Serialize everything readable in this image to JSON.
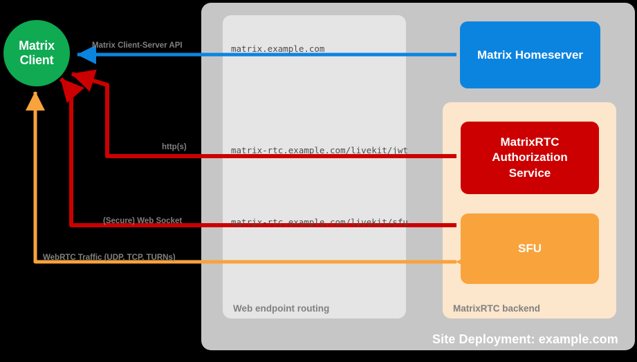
{
  "diagram": {
    "title": "Site Deployment: example.com",
    "colors": {
      "background": "#000000",
      "site_panel": "#c6c6c6",
      "web_panel": "#e5e5e5",
      "rtc_panel": "#fce6cc",
      "client": "#0faa52",
      "homeserver": "#0b84e0",
      "auth_service": "#cc0000",
      "sfu": "#f9a33c",
      "flow_blue": "#0b84e0",
      "flow_red": "#cc0000",
      "flow_orange": "#f9a33c"
    }
  },
  "nodes": {
    "client": {
      "line1": "Matrix",
      "line2": "Client"
    },
    "homeserver": {
      "label": "Matrix Homeserver"
    },
    "auth_service": {
      "line1": "MatrixRTC",
      "line2": "Authorization",
      "line3": "Service"
    },
    "sfu": {
      "label": "SFU"
    }
  },
  "groups": {
    "web_routing": {
      "label": "Web endpoint routing"
    },
    "rtc_backend": {
      "label": "MatrixRTC backend"
    },
    "site": {
      "label": "Site Deployment: example.com"
    }
  },
  "flows": [
    {
      "id": "client-server-api",
      "protocol_label": "Matrix Client-Server API",
      "endpoint": "matrix.example.com",
      "color": "#0b84e0",
      "from": "Matrix Homeserver",
      "to": "Matrix Client"
    },
    {
      "id": "jwt",
      "protocol_label": "http(s)",
      "endpoint": "matrix-rtc.example.com/livekit/jwt",
      "color": "#cc0000",
      "from": "MatrixRTC Authorization Service",
      "to": "Matrix Client"
    },
    {
      "id": "sfu-ws",
      "protocol_label": "(Secure) Web Socket",
      "endpoint": "matrix-rtc.example.com/livekit/sfu",
      "color": "#cc0000",
      "from": "SFU",
      "to": "Matrix Client"
    },
    {
      "id": "webrtc",
      "protocol_label": "WebRTC Traffic (UDP, TCP, TURNs)",
      "endpoint": "",
      "color": "#f9a33c",
      "from": "SFU",
      "to": "Matrix Client"
    }
  ]
}
